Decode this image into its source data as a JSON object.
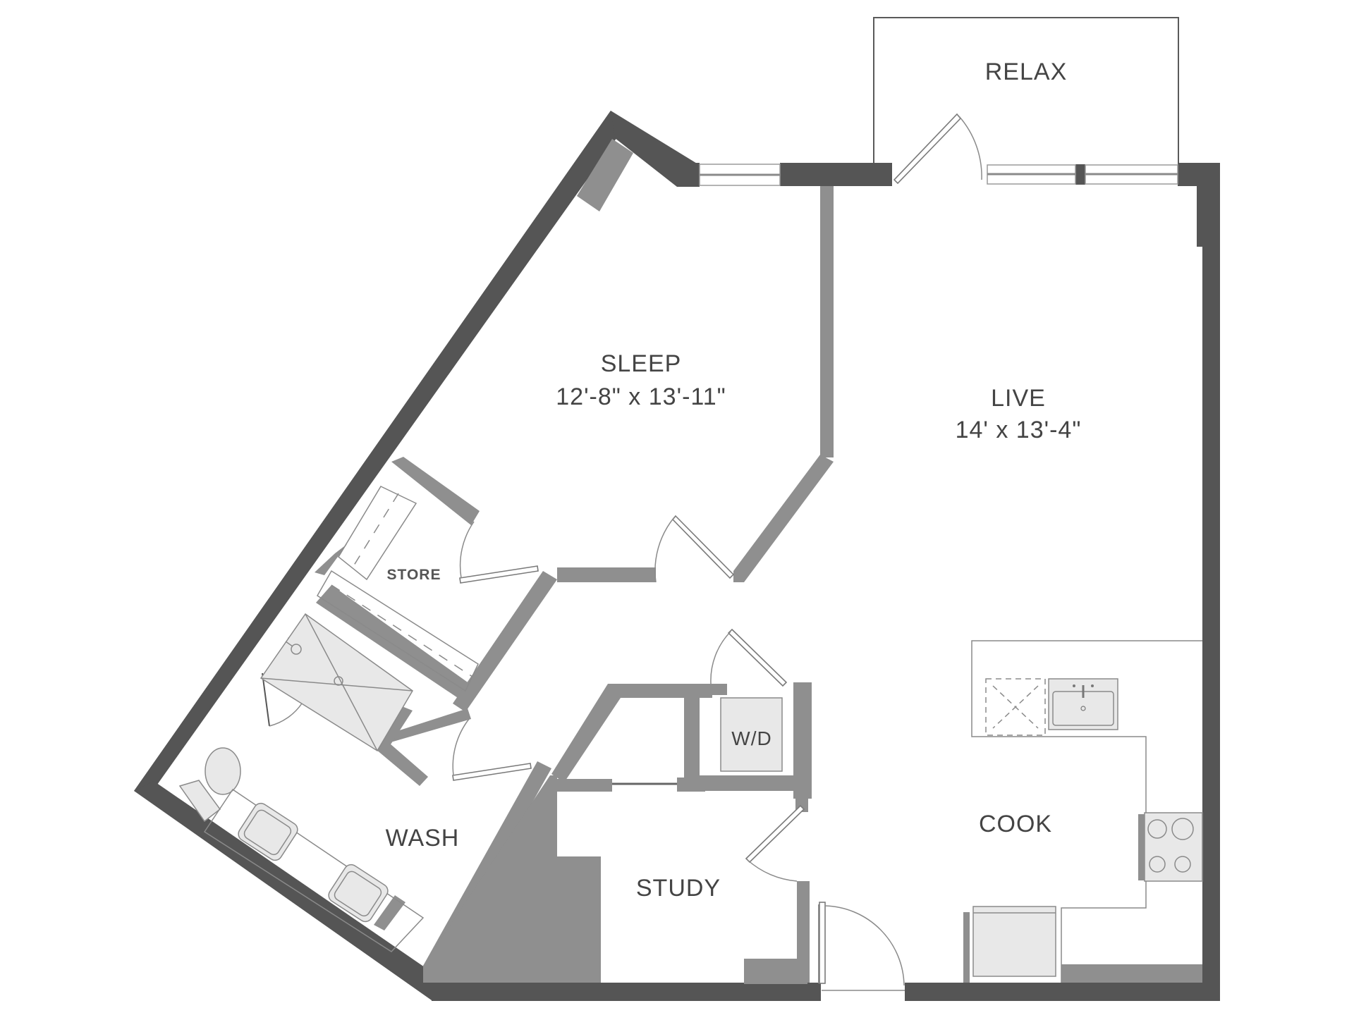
{
  "floorplan": {
    "rooms": {
      "relax": {
        "name": "RELAX"
      },
      "sleep": {
        "name": "SLEEP",
        "dimensions": "12'-8\" x 13'-11\""
      },
      "live": {
        "name": "LIVE",
        "dimensions": "14' x 13'-4\""
      },
      "store": {
        "name": "STORE"
      },
      "wd": {
        "name": "W/D"
      },
      "wash": {
        "name": "WASH"
      },
      "study": {
        "name": "STUDY"
      },
      "cook": {
        "name": "COOK"
      }
    },
    "colors": {
      "exterior_wall": "#555555",
      "interior_wall": "#8f8f8f",
      "fixture_fill": "#e8e8e8",
      "text": "#444444"
    }
  }
}
